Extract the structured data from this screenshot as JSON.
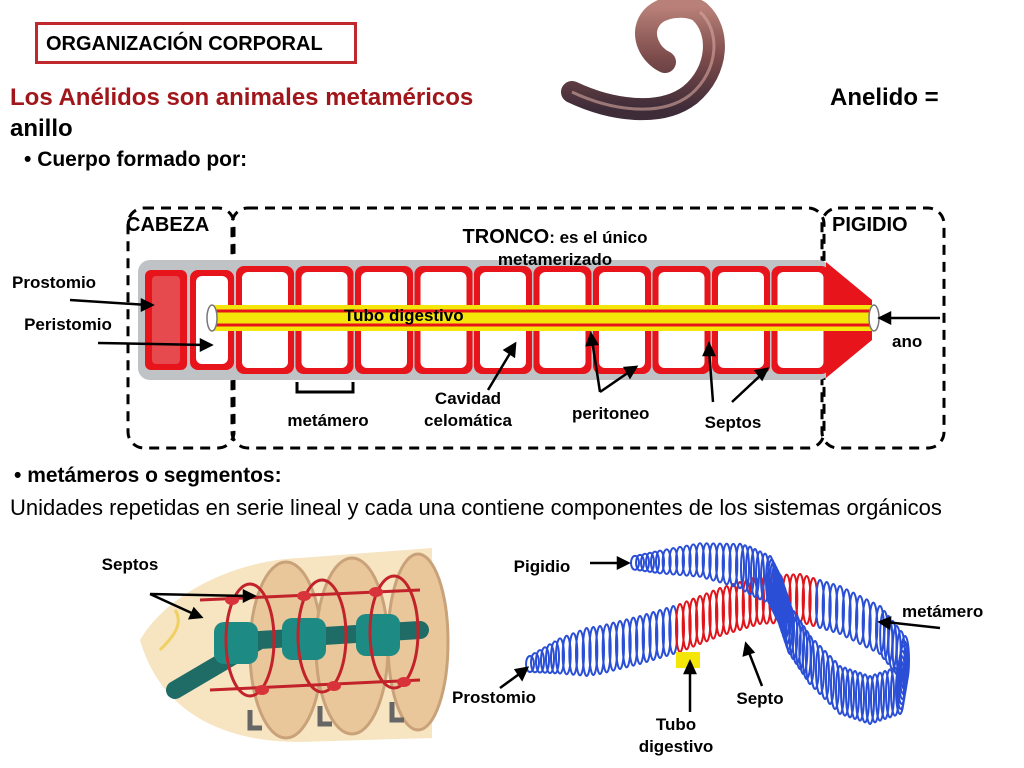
{
  "header": {
    "box_label": "ORGANIZACIÓN CORPORAL",
    "heading": "Los Anélidos son animales metaméricos",
    "etymology": "Anelido =",
    "etymology_cont": "anillo",
    "bullet1": "Cuerpo formado por:"
  },
  "diagram": {
    "regions": {
      "cabeza": "CABEZA",
      "tronco": "TRONCO",
      "tronco_desc": ": es el único metamerizado",
      "pigidio": "PIGIDIO"
    },
    "labels": {
      "prostomio": "Prostomio",
      "peristomio": "Peristomio",
      "tubo_digestivo": "Tubo digestivo",
      "ano": "ano",
      "metamero": "metámero",
      "cavidad": "Cavidad celomática",
      "peritoneo": "peritoneo",
      "septos": "Septos"
    }
  },
  "section2": {
    "bullet": "metámeros o segmentos:",
    "text": "Unidades repetidas  en serie lineal y cada una contiene componentes de los sistemas orgánicos"
  },
  "bottom_left": {
    "septos": "Septos"
  },
  "bottom_right": {
    "pigidio": "Pigidio",
    "metamero": "metámero",
    "prostomio": "Prostomio",
    "septo": "Septo",
    "tubo": "Tubo digestivo"
  },
  "colors": {
    "title_red": "#a0161a",
    "segment_red": "#e8141b",
    "gut_yellow": "#f5e60a",
    "worm_blue": "#2a4fd6",
    "worm_body": "#7a4a4a"
  },
  "icons": [
    "earthworm-photo",
    "arrow-icon"
  ]
}
